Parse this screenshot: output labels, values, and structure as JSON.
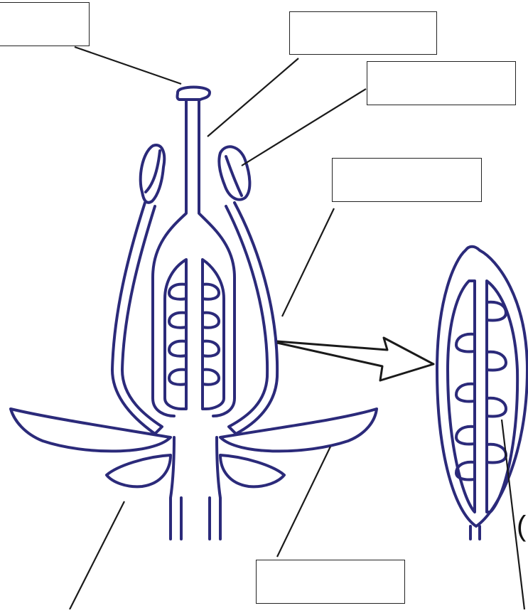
{
  "diagram": {
    "label_boxes": [
      {
        "id": "top-left",
        "text": ""
      },
      {
        "id": "top-center",
        "text": ""
      },
      {
        "id": "top-right",
        "text": ""
      },
      {
        "id": "middle-right",
        "text": ""
      },
      {
        "id": "bottom-center",
        "text": ""
      }
    ],
    "partial_text": "(",
    "colors": {
      "outline": "#2b2a7a",
      "leader": "#1a1a1a",
      "box_border": "#222222"
    }
  }
}
